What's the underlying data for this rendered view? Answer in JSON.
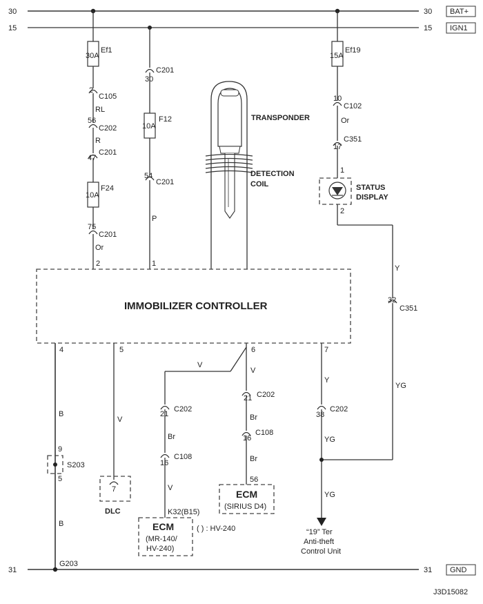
{
  "rails": {
    "bat_num_left": "30",
    "bat_num_right": "30",
    "bat_name": "BAT+",
    "ign_num_left": "15",
    "ign_num_right": "15",
    "ign_name": "IGN1",
    "gnd_num_left": "31",
    "gnd_num_right": "31",
    "gnd_name": "GND"
  },
  "fuses": {
    "ef1": {
      "rating": "30A",
      "name": "Ef1"
    },
    "ef19": {
      "rating": "15A",
      "name": "Ef19"
    },
    "f12": {
      "rating": "10A",
      "name": "F12"
    },
    "f24": {
      "rating": "10A",
      "name": "F24"
    }
  },
  "connectors": {
    "ef1_c105": {
      "pin": "2",
      "name": "C105"
    },
    "ef1_c202": {
      "pin": "56",
      "name": "C202"
    },
    "ef1_c201a": {
      "pin": "47",
      "name": "C201"
    },
    "ef1_c201b": {
      "pin": "75",
      "name": "C201"
    },
    "f12_c201a": {
      "pin": "30",
      "name": "C201"
    },
    "f12_c201b": {
      "pin": "54",
      "name": "C201"
    },
    "ef19_c102": {
      "pin": "10",
      "name": "C102"
    },
    "ef19_c351": {
      "pin": "17",
      "name": "C351"
    },
    "y_c351": {
      "pin": "32",
      "name": "C351"
    },
    "v_c202": {
      "pin": "21",
      "name": "C202"
    },
    "v_c108": {
      "pin": "16",
      "name": "C108"
    },
    "p6_c202": {
      "pin": "21",
      "name": "C202"
    },
    "p6_c108": {
      "pin": "16",
      "name": "C108"
    },
    "p7_c202": {
      "pin": "38",
      "name": "C202"
    }
  },
  "wire_colors": {
    "rl": "RL",
    "r": "R",
    "or_left": "Or",
    "p": "P",
    "or_right": "Or",
    "y_status": "Y",
    "yg_right": "YG",
    "v_ecm_left": "V",
    "br_left": "Br",
    "v_left_low": "V",
    "v_p6": "V",
    "br_p6": "Br",
    "br_p6_low": "Br",
    "y_p7": "Y",
    "yg_p7": "YG",
    "yg_low": "YG",
    "b_top": "B",
    "b_low": "B",
    "v_dlc": "V"
  },
  "pins": {
    "ctrl_2": "2",
    "ctrl_1": "1",
    "ctrl_4": "4",
    "ctrl_5": "5",
    "ctrl_6": "6",
    "ctrl_7": "7",
    "status_1": "1",
    "status_2": "2",
    "s203_top": "9",
    "s203_bottom": "5",
    "dlc_pin": "7",
    "ecm_right_pin": "56",
    "ecm_left_pin": "K32(B15)"
  },
  "components": {
    "transponder": "TRANSPONDER",
    "detection_coil_1": "DETECTION",
    "detection_coil_2": "COIL",
    "status_display_1": "STATUS",
    "status_display_2": "DISPLAY",
    "controller": "IMMOBILIZER CONTROLLER",
    "dlc": "DLC",
    "s203": "S203",
    "g203": "G203",
    "ecm_left_title": "ECM",
    "ecm_left_sub1": "(MR-140/",
    "ecm_left_sub2": "HV-240)",
    "ecm_note": "( ) : HV-240",
    "ecm_right_title": "ECM",
    "ecm_right_sub": "(SIRIUS D4)",
    "anti_theft_1": "“19” Ter",
    "anti_theft_2": "Anti-theft",
    "anti_theft_3": "Control Unit"
  },
  "figure_id": "J3D15082"
}
